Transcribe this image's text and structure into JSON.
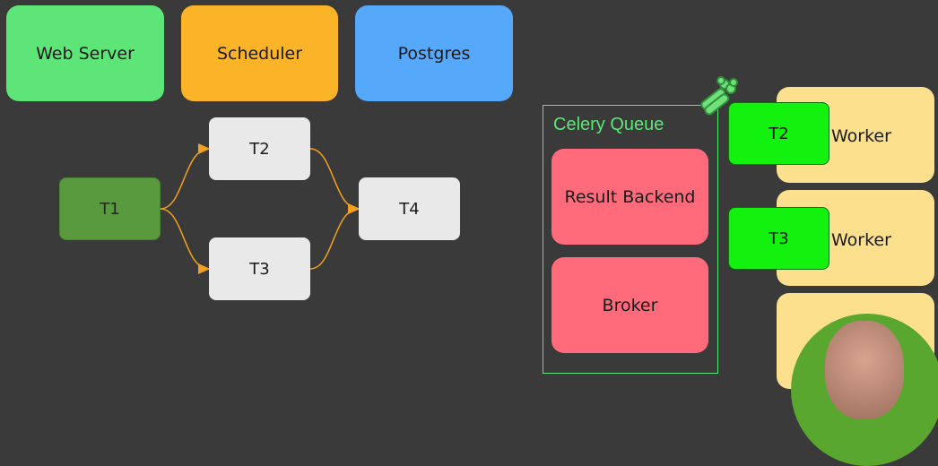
{
  "top": {
    "web_server": "Web Server",
    "scheduler": "Scheduler",
    "postgres": "Postgres"
  },
  "dag": {
    "t1": "T1",
    "t2": "T2",
    "t3": "T3",
    "t4": "T4",
    "edge_color": "#f2a01f"
  },
  "celery": {
    "title": "Celery Queue",
    "result_backend": "Result Backend",
    "broker": "Broker",
    "icon": "celery-icon"
  },
  "workers": {
    "w1_label": "Worker",
    "w2_label": "Worker",
    "w1_task": "T2",
    "w2_task": "T3"
  },
  "colors": {
    "background": "#3a3a3a",
    "web_server": "#5ee577",
    "scheduler": "#fbb427",
    "postgres": "#56a8fb",
    "queue_items": "#ff6b7a",
    "worker": "#fde08e",
    "running_task": "#13f20f"
  }
}
